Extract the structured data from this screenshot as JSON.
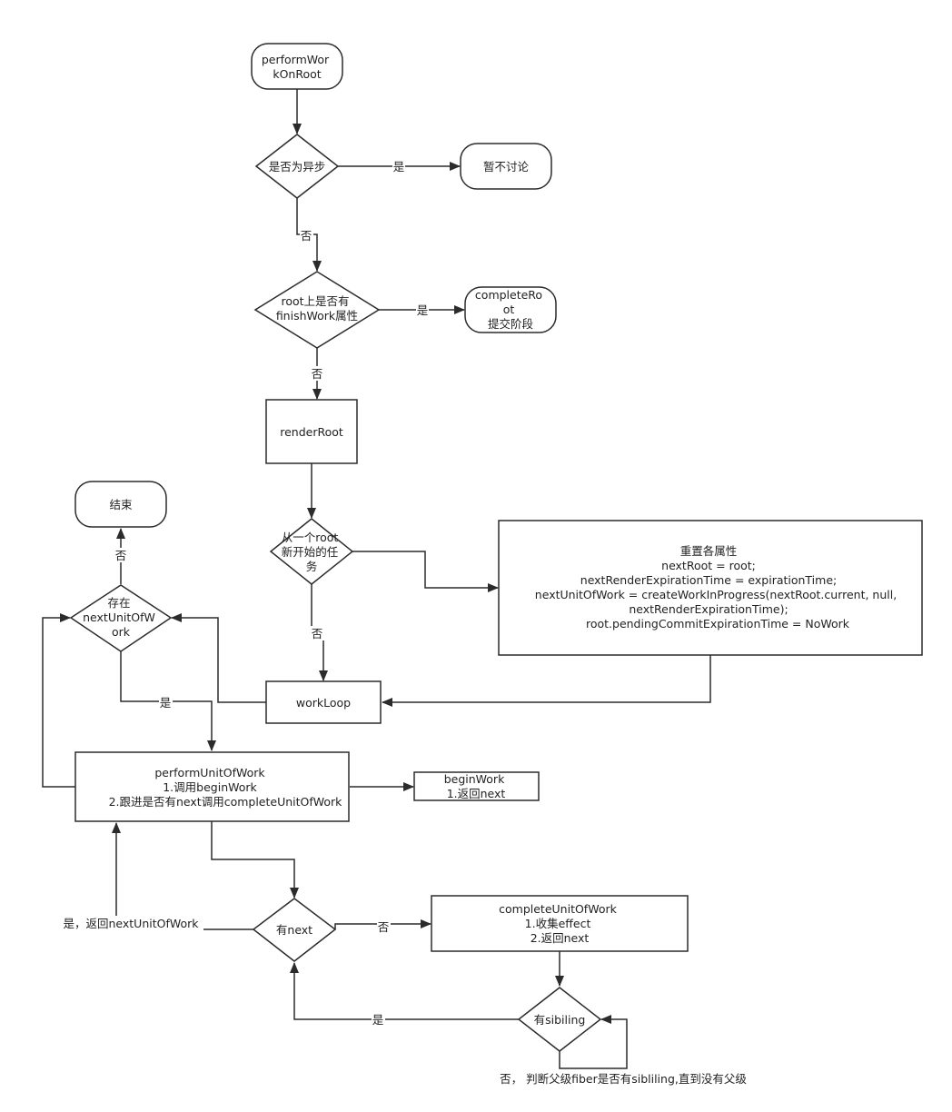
{
  "nodes": {
    "perform_work_on_root": [
      "performWor",
      "kOnRoot"
    ],
    "is_async": [
      "是否为异步"
    ],
    "not_discussed": [
      "暂不讨论"
    ],
    "root_finish_work": [
      "root上是否有",
      "finishWork属性"
    ],
    "complete_root": [
      "completeRo",
      "ot",
      "提交阶段"
    ],
    "render_root": [
      "renderRoot"
    ],
    "new_task_from_root": [
      "从一个root",
      "新开始的任",
      "务"
    ],
    "reset_properties": [
      "重置各属性",
      "nextRoot = root;",
      "nextRenderExpirationTime = expirationTime;",
      "nextUnitOfWork = createWorkInProgress(nextRoot.current, null,",
      "nextRenderExpirationTime);",
      "root.pendingCommitExpirationTime = NoWork"
    ],
    "end": [
      "结束"
    ],
    "exists_next_unit": [
      "存在",
      "nextUnitOfW",
      "ork"
    ],
    "work_loop": [
      "workLoop"
    ],
    "perform_unit_of_work": [
      "performUnitOfWork",
      "1.调用beginWork",
      "2.跟进是否有next调用completeUnitOfWork"
    ],
    "begin_work": [
      "beginWork",
      "1.返回next"
    ],
    "has_next": [
      "有next"
    ],
    "complete_unit_of_work": [
      "completeUnitOfWork",
      "1.收集effect",
      "2.返回next"
    ],
    "has_sibling": [
      "有sibiling"
    ]
  },
  "edge_labels": {
    "async_yes": "是",
    "async_no": "否",
    "finish_yes": "是",
    "finish_no": "否",
    "new_task_no": "否",
    "exists_no": "否",
    "exists_yes": "是",
    "has_next_no": "否",
    "has_next_yes": "是，返回nextUnitOfWork",
    "sibling_yes": "是",
    "sibling_no": "否， 判断父级fiber是否有sibliling,直到没有父级"
  }
}
